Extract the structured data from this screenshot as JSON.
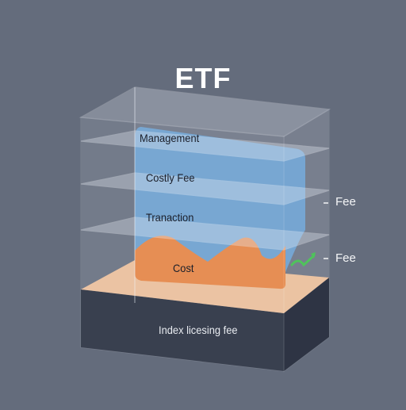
{
  "title": "ETF",
  "layers": {
    "management": "Management",
    "costly_fee": "Costly Fee",
    "transaction": "Tranaction",
    "cost": "Cost",
    "index_fee": "Index licesing fee"
  },
  "side_labels": {
    "upper_fee": "Fee",
    "lower_fee": "Fee"
  },
  "colors": {
    "background": "#646c7c",
    "fluid_blue": "#6aa6dc",
    "fluid_orange": "#e8823e",
    "base_dark": "#262d3e",
    "accent_green": "#3fbf4a"
  }
}
